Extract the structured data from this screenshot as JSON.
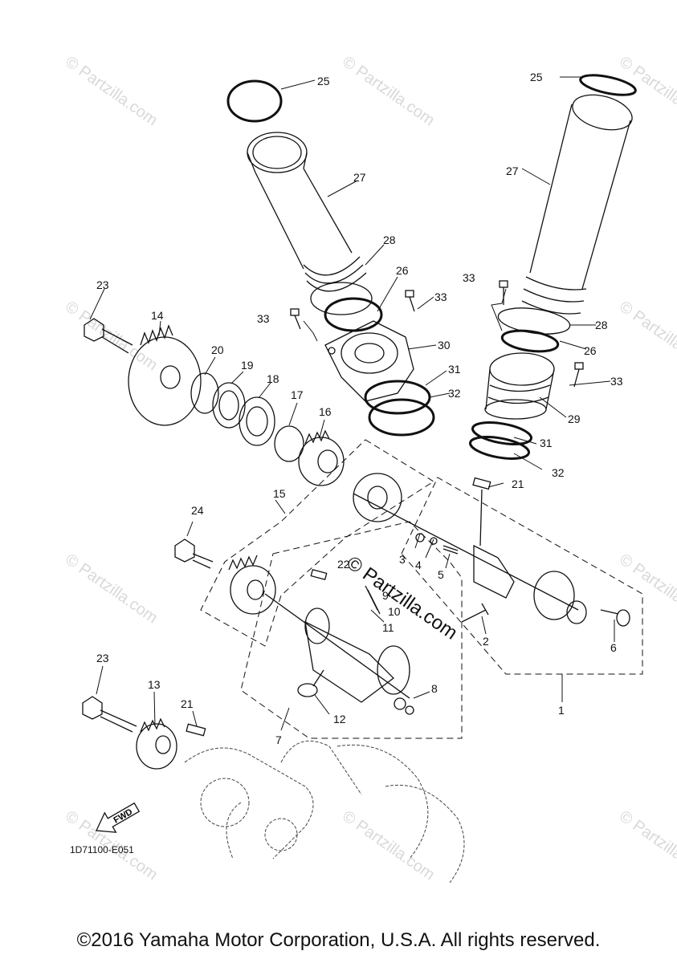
{
  "diagram": {
    "code": "1D71100-E051",
    "fwd_label": "FWD",
    "watermark": "© Partzilla.com",
    "copyright": "©2016 Yamaha Motor Corporation, U.S.A. All rights reserved.",
    "callouts": [
      "25",
      "25",
      "27",
      "27",
      "28",
      "28",
      "26",
      "26",
      "33",
      "33",
      "33",
      "33",
      "30",
      "31",
      "31",
      "32",
      "32",
      "29",
      "23",
      "14",
      "20",
      "19",
      "18",
      "17",
      "16",
      "15",
      "21",
      "24",
      "22",
      "3",
      "4",
      "5",
      "9",
      "10",
      "11",
      "2",
      "6",
      "1",
      "8",
      "12",
      "7",
      "23",
      "13",
      "21"
    ]
  }
}
